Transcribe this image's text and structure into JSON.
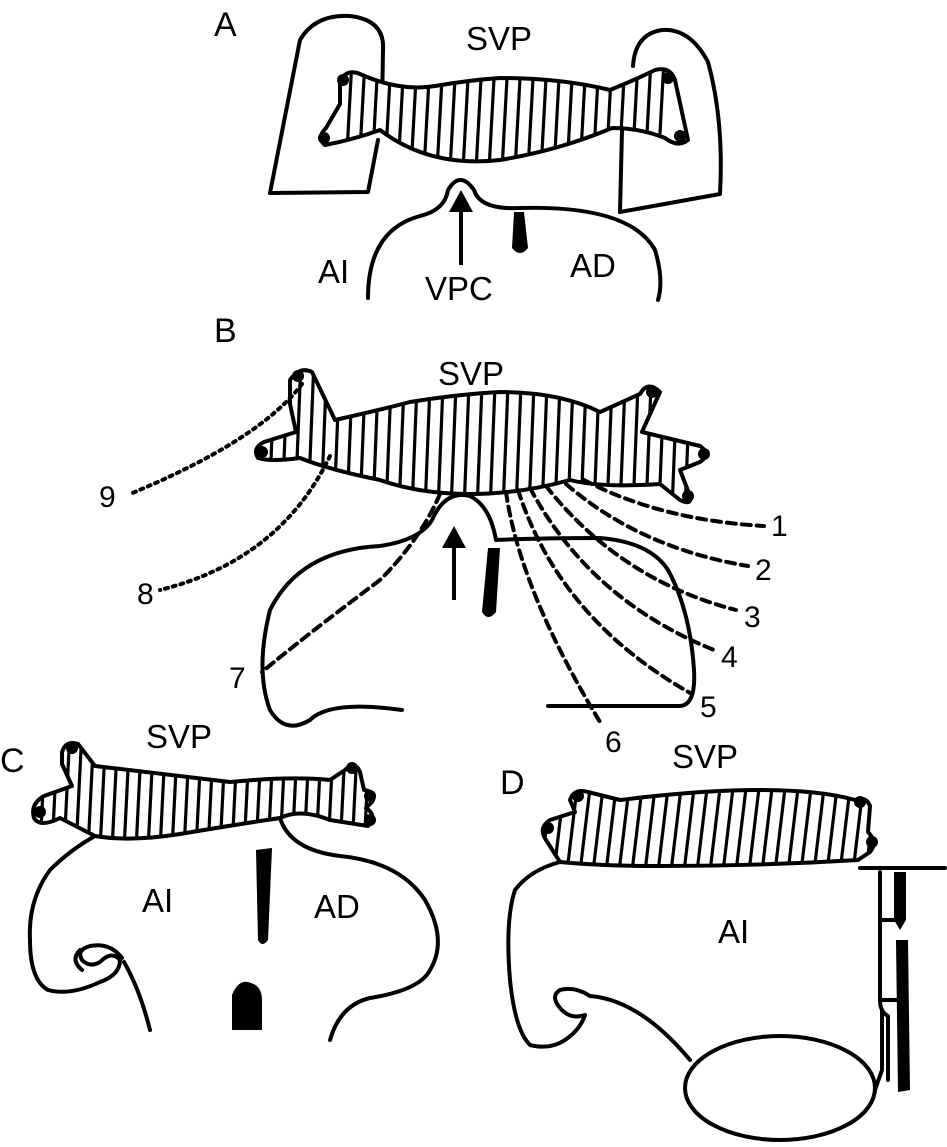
{
  "panels": {
    "A": {
      "letter": "A",
      "svp": "SVP",
      "left_atrium": "AI",
      "right_atrium": "AD",
      "vpc": "VPC"
    },
    "B": {
      "letter": "B",
      "svp": "SVP",
      "numbers": [
        "1",
        "2",
        "3",
        "4",
        "5",
        "6",
        "7",
        "8",
        "9"
      ]
    },
    "C": {
      "letter": "C",
      "svp": "SVP",
      "left_atrium": "AI",
      "right_atrium": "AD"
    },
    "D": {
      "letter": "D",
      "svp": "SVP",
      "left_atrium": "AI"
    }
  }
}
